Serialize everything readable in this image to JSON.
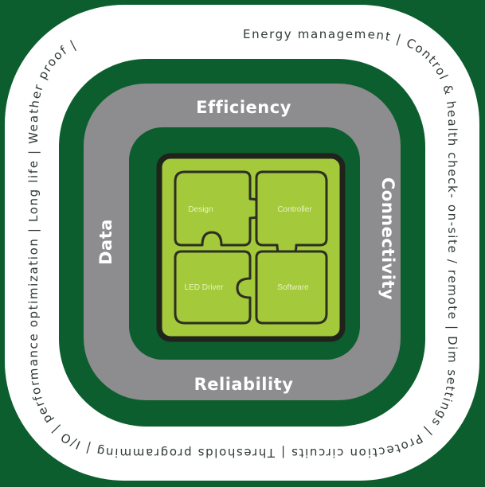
{
  "colors": {
    "background": "#0c5e2e",
    "outer_ring": "#ffffff",
    "gray_band": "#8d8c8e",
    "puzzle_fill": "#a4c93a",
    "puzzle_outline": "#2c2e22",
    "puzzle_frame": "#1f231b"
  },
  "outer_ring": {
    "text": "Energy management  |  Control & health check- on-site / remote  |  Dim settings  |  Protection circuits  |  Thresholds programming | I/O  |  performance optimization | Long life  |  Weather proof  |"
  },
  "bands": {
    "top": "Efficiency",
    "right": "Connectivity",
    "bottom": "Reliability",
    "left": "Data"
  },
  "puzzle": {
    "top_left": "Design",
    "top_right": "Controller",
    "bottom_left": "LED Driver",
    "bottom_right": "Software"
  }
}
